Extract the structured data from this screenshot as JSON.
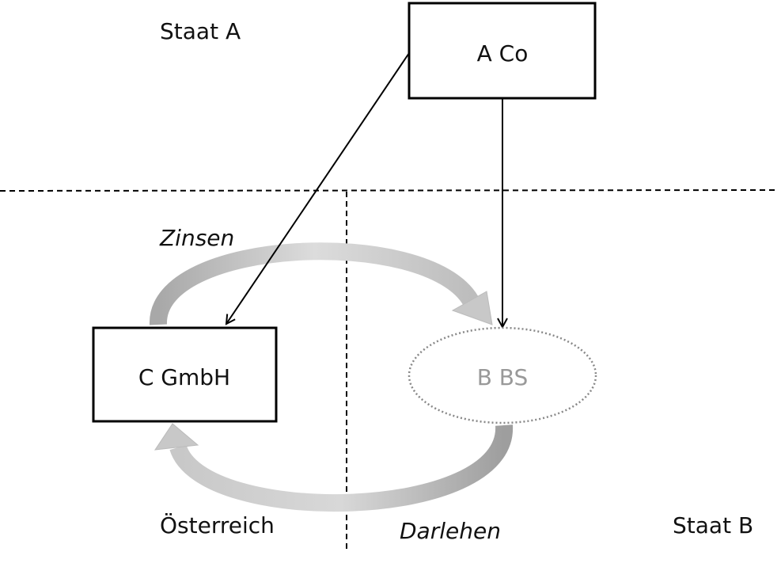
{
  "regions": {
    "state_a": "Staat A",
    "austria": "Österreich",
    "state_b": "Staat B"
  },
  "entities": {
    "a_co": "A Co",
    "c_gmbh": "C GmbH",
    "b_bs": "B BS"
  },
  "flows": {
    "interest": "Zinsen",
    "loan": "Darlehen"
  },
  "colors": {
    "line": "#000000",
    "flow_arrow": "#c4c4c4",
    "faded_entity": "#999999"
  }
}
